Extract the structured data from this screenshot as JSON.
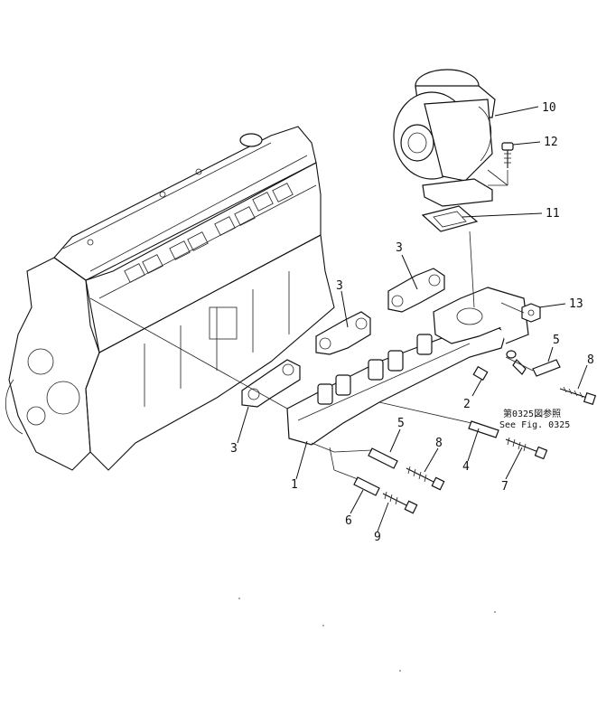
{
  "callouts": [
    {
      "id": "c10",
      "text": "10"
    },
    {
      "id": "c12",
      "text": "12"
    },
    {
      "id": "c11",
      "text": "11"
    },
    {
      "id": "c3a",
      "text": "3"
    },
    {
      "id": "c3b",
      "text": "3"
    },
    {
      "id": "c13",
      "text": "13"
    },
    {
      "id": "c5a",
      "text": "5"
    },
    {
      "id": "c8a",
      "text": "8"
    },
    {
      "id": "c2",
      "text": "2"
    },
    {
      "id": "c3c",
      "text": "3"
    },
    {
      "id": "c5b",
      "text": "5"
    },
    {
      "id": "c8b",
      "text": "8"
    },
    {
      "id": "c4",
      "text": "4"
    },
    {
      "id": "c1",
      "text": "1"
    },
    {
      "id": "c7",
      "text": "7"
    },
    {
      "id": "c6",
      "text": "6"
    },
    {
      "id": "c9",
      "text": "9"
    }
  ],
  "reference_note": {
    "line1": "第0325図参照",
    "line2": "See Fig. 0325"
  }
}
